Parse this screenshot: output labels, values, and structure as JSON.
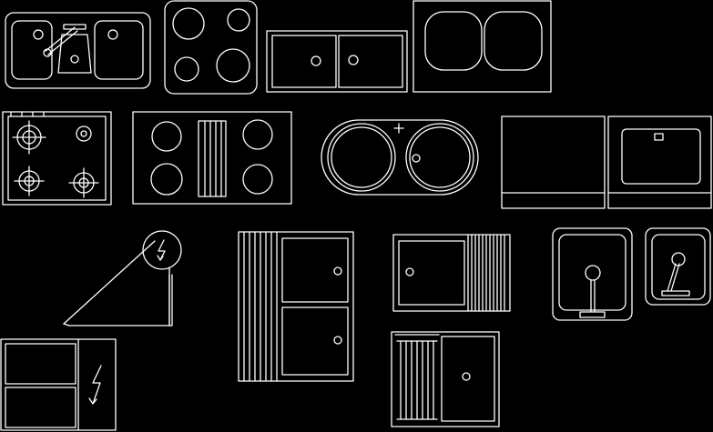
{
  "drawing": {
    "background": "#000000",
    "line_color": "#ffffff",
    "blocks": [
      {
        "key": "double-sink-with-drainer",
        "icon": "sink-icon"
      },
      {
        "key": "four-burner-round-hob",
        "icon": "hob-icon"
      },
      {
        "key": "double-bowl-square-sink",
        "icon": "sink-icon"
      },
      {
        "key": "double-bowl-rounded-sink",
        "icon": "sink-icon"
      },
      {
        "key": "gas-cooktop-four-burners",
        "icon": "gas-burner-icon"
      },
      {
        "key": "electric-hob-with-griddle",
        "icon": "hob-icon"
      },
      {
        "key": "round-double-sink",
        "icon": "sink-icon"
      },
      {
        "key": "undermount-sink-cabinet-pair",
        "icon": "sink-icon"
      },
      {
        "key": "electric-connection-triangle",
        "icon": "lightning-icon"
      },
      {
        "key": "drainboard-double-basin-vertical",
        "icon": "sink-icon"
      },
      {
        "key": "drainboard-sink-horizontal",
        "icon": "sink-icon"
      },
      {
        "key": "bar-sink-with-faucet",
        "icon": "faucet-icon"
      },
      {
        "key": "small-square-sink-with-faucet",
        "icon": "faucet-icon"
      },
      {
        "key": "electric-panel-double-window",
        "icon": "lightning-icon"
      },
      {
        "key": "single-bowl-drainboard-sink",
        "icon": "sink-icon"
      }
    ]
  }
}
